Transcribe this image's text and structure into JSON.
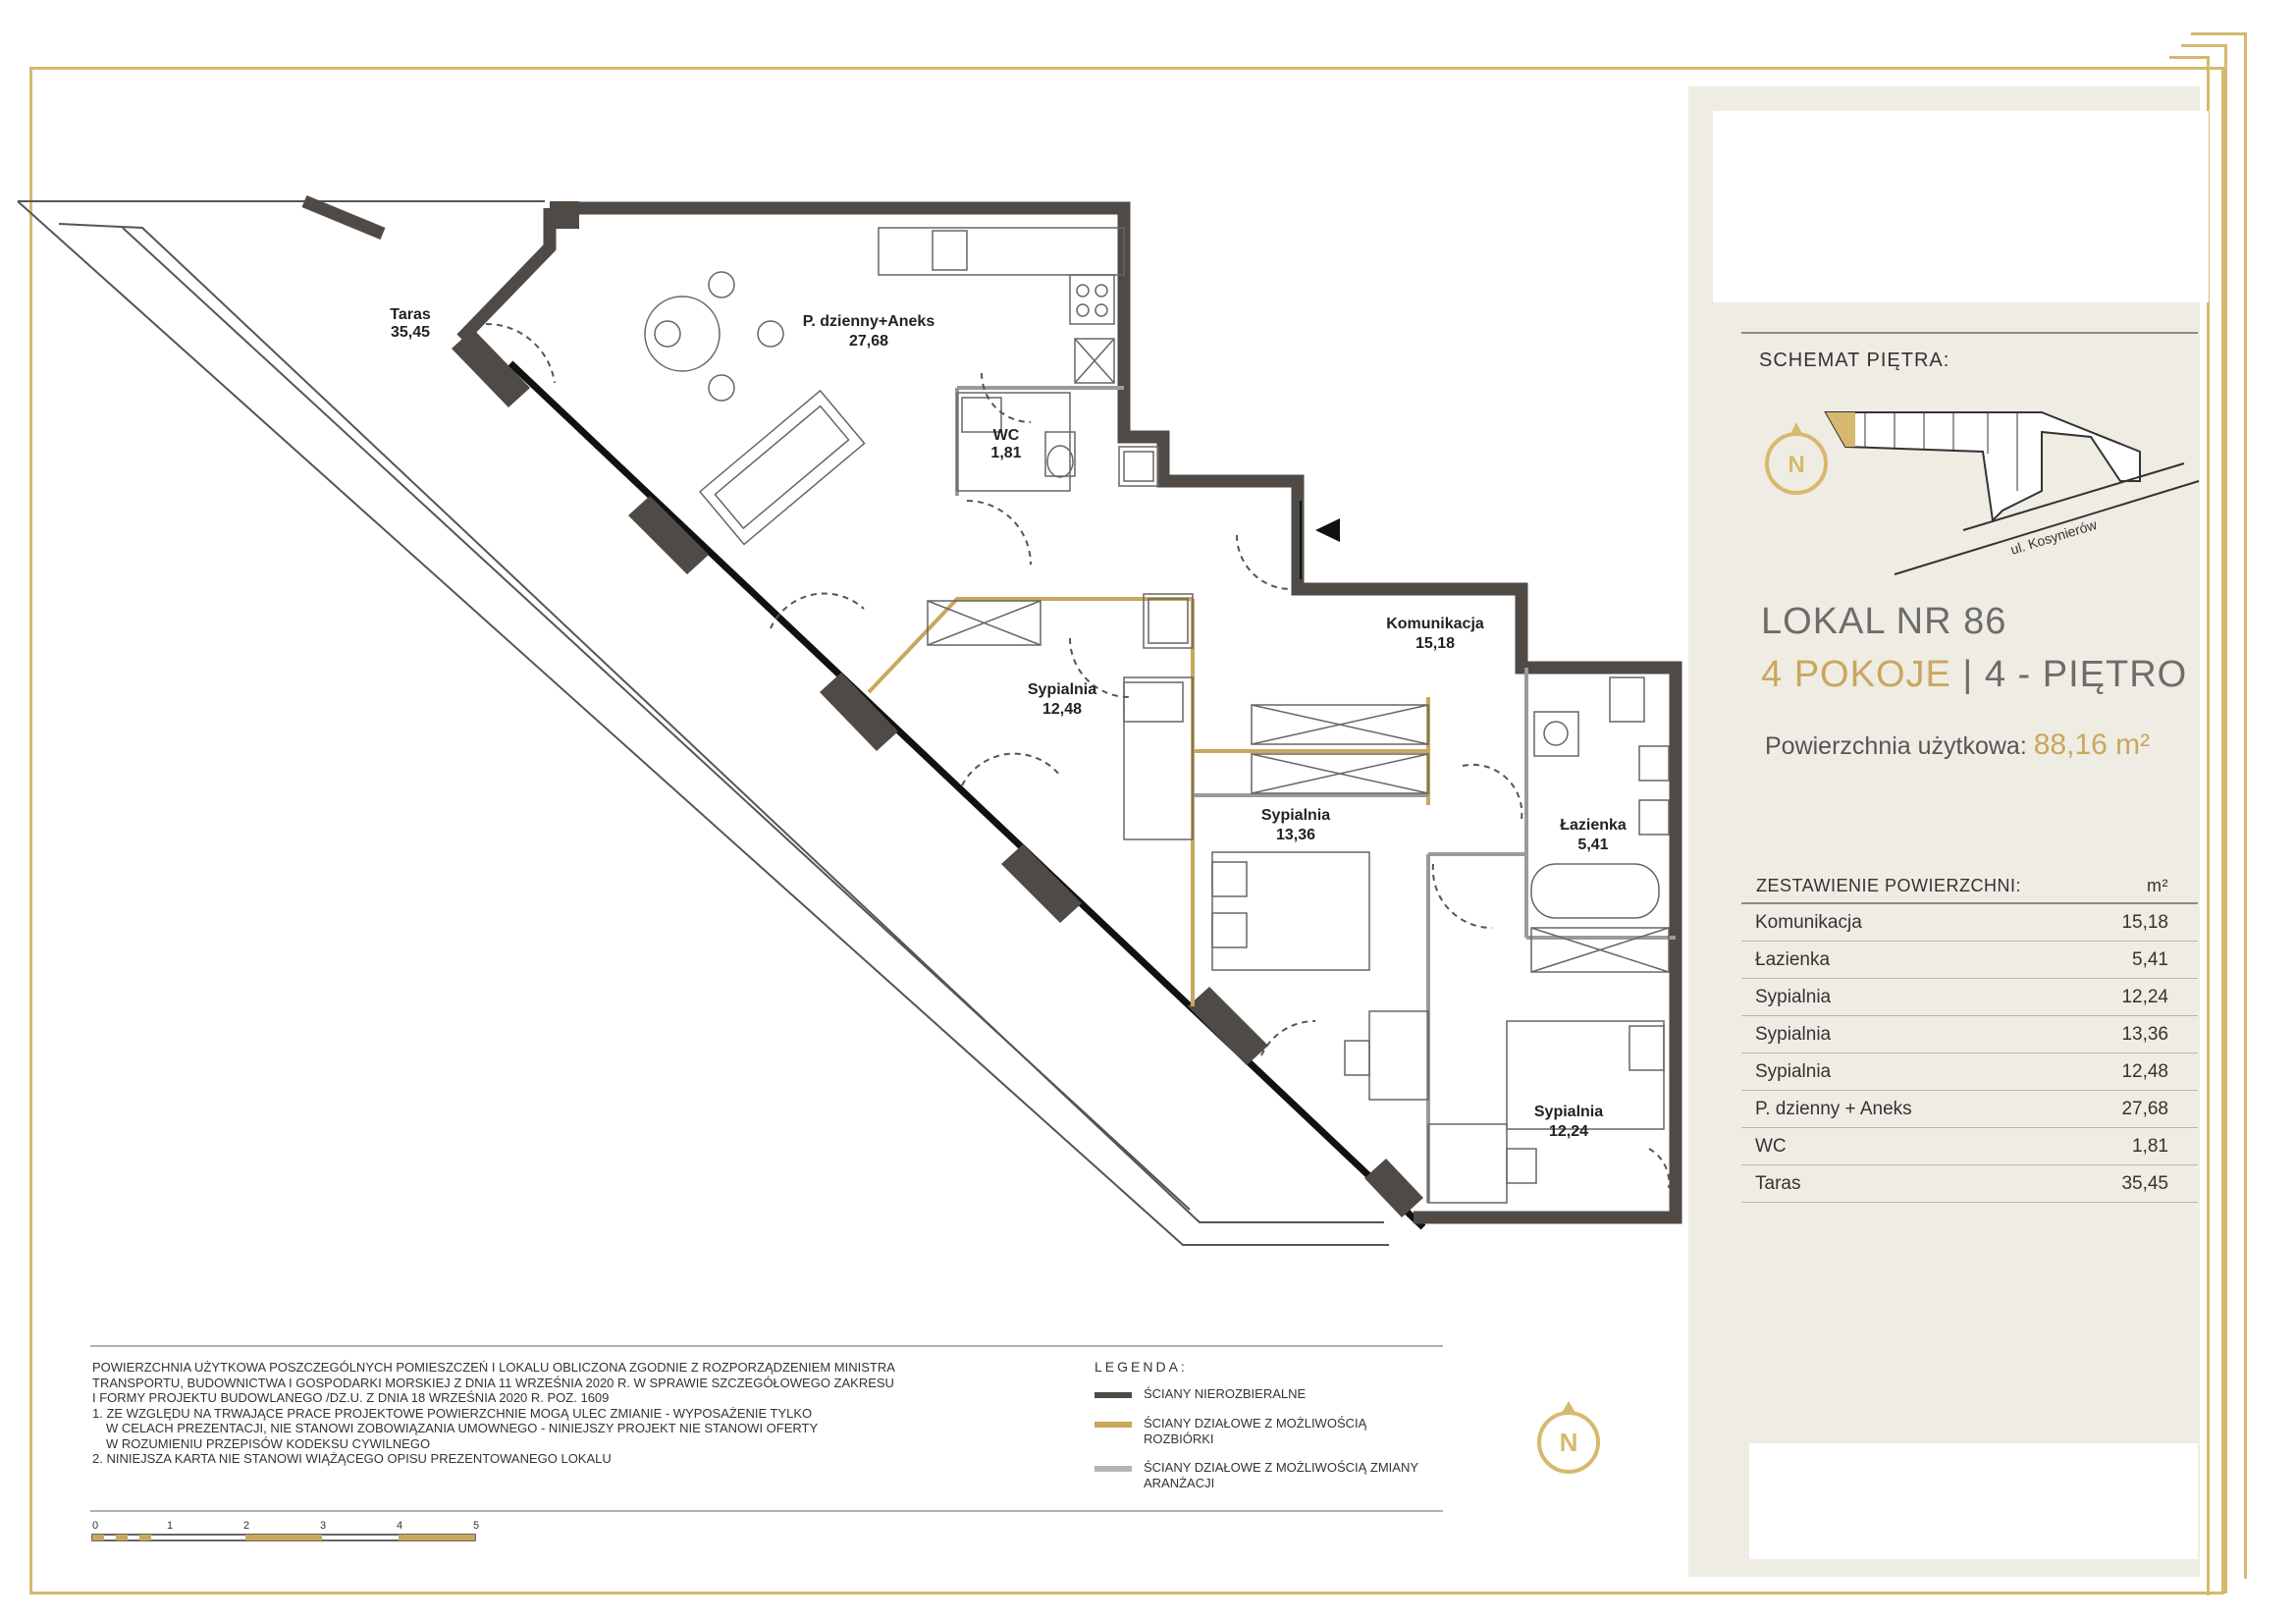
{
  "colors": {
    "gold": "#d6b96e",
    "accent": "#c9a75b",
    "wall_structural": "#4f4a45",
    "wall_removable": "#c9a75b",
    "wall_changeable": "#b5b5b5",
    "panel_bg": "#efece4"
  },
  "plan": {
    "rooms": [
      {
        "name": "Taras",
        "area": "35,45"
      },
      {
        "name": "P. dzienny+Aneks",
        "area": "27,68"
      },
      {
        "name": "WC",
        "area": "1,81"
      },
      {
        "name": "Komunikacja",
        "area": "15,18"
      },
      {
        "name": "Sypialnia",
        "area": "12,48"
      },
      {
        "name": "Sypialnia",
        "area": "13,36"
      },
      {
        "name": "Łazienka",
        "area": "5,41"
      },
      {
        "name": "Sypialnia",
        "area": "12,24"
      }
    ]
  },
  "panel": {
    "schema_title": "SCHEMAT PIĘTRA:",
    "street": "ul. Kosynierów",
    "compass_letter": "N",
    "lokal": "LOKAL NR 86",
    "rooms_count": "4 POKOJE",
    "separator": " | ",
    "floor": "4 - PIĘTRO",
    "area_label": "Powierzchnia użytkowa:",
    "area_value": "88,16 m²",
    "summary_title": "ZESTAWIENIE POWIERZCHNI:",
    "summary_unit": "m²",
    "summary_rows": [
      {
        "name": "Komunikacja",
        "value": "15,18"
      },
      {
        "name": "Łazienka",
        "value": "5,41"
      },
      {
        "name": "Sypialnia",
        "value": "12,24"
      },
      {
        "name": "Sypialnia",
        "value": "13,36"
      },
      {
        "name": "Sypialnia",
        "value": "12,48"
      },
      {
        "name": "P. dzienny + Aneks",
        "value": "27,68"
      },
      {
        "name": "WC",
        "value": "1,81"
      },
      {
        "name": "Taras",
        "value": "35,45"
      }
    ]
  },
  "notes": [
    "POWIERZCHNIA UŻYTKOWA POSZCZEGÓLNYCH POMIESZCZEŃ I LOKALU OBLICZONA ZGODNIE Z ROZPORZĄDZENIEM MINISTRA",
    "TRANSPORTU, BUDOWNICTWA I GOSPODARKI MORSKIEJ Z DNIA 11 WRZEŚNIA 2020 R. W SPRAWIE SZCZEGÓŁOWEGO ZAKRESU",
    "I FORMY PROJEKTU BUDOWLANEGO /DZ.U. Z DNIA 18 WRZEŚNIA 2020 R. POZ. 1609",
    "1. ZE WZGLĘDU NA TRWAJĄCE PRACE PROJEKTOWE POWIERZCHNIE MOGĄ ULEC ZMIANIE - WYPOSAŻENIE TYLKO",
    "W CELACH PREZENTACJI, NIE STANOWI ZOBOWIĄZANIA UMOWNEGO - NINIEJSZY PROJEKT NIE STANOWI OFERTY",
    "W ROZUMIENIU PRZEPISÓW KODEKSU CYWILNEGO",
    "2. NINIEJSZA KARTA NIE STANOWI WIĄŻĄCEGO OPISU PREZENTOWANEGO LOKALU"
  ],
  "legend": {
    "title": "LEGENDA:",
    "items": [
      {
        "label": "ŚCIANY NIEROZBIERALNE",
        "color": "#4f4a45"
      },
      {
        "label": "ŚCIANY DZIAŁOWE Z MOŻLIWOŚCIĄ ROZBIÓRKI",
        "color": "#c9a75b"
      },
      {
        "label": "ŚCIANY DZIAŁOWE Z MOŻLIWOŚCIĄ ZMIANY ARANŻACJI",
        "color": "#b5b5b5"
      }
    ]
  },
  "scale_labels": [
    "0",
    "1",
    "2",
    "3",
    "4",
    "5"
  ]
}
